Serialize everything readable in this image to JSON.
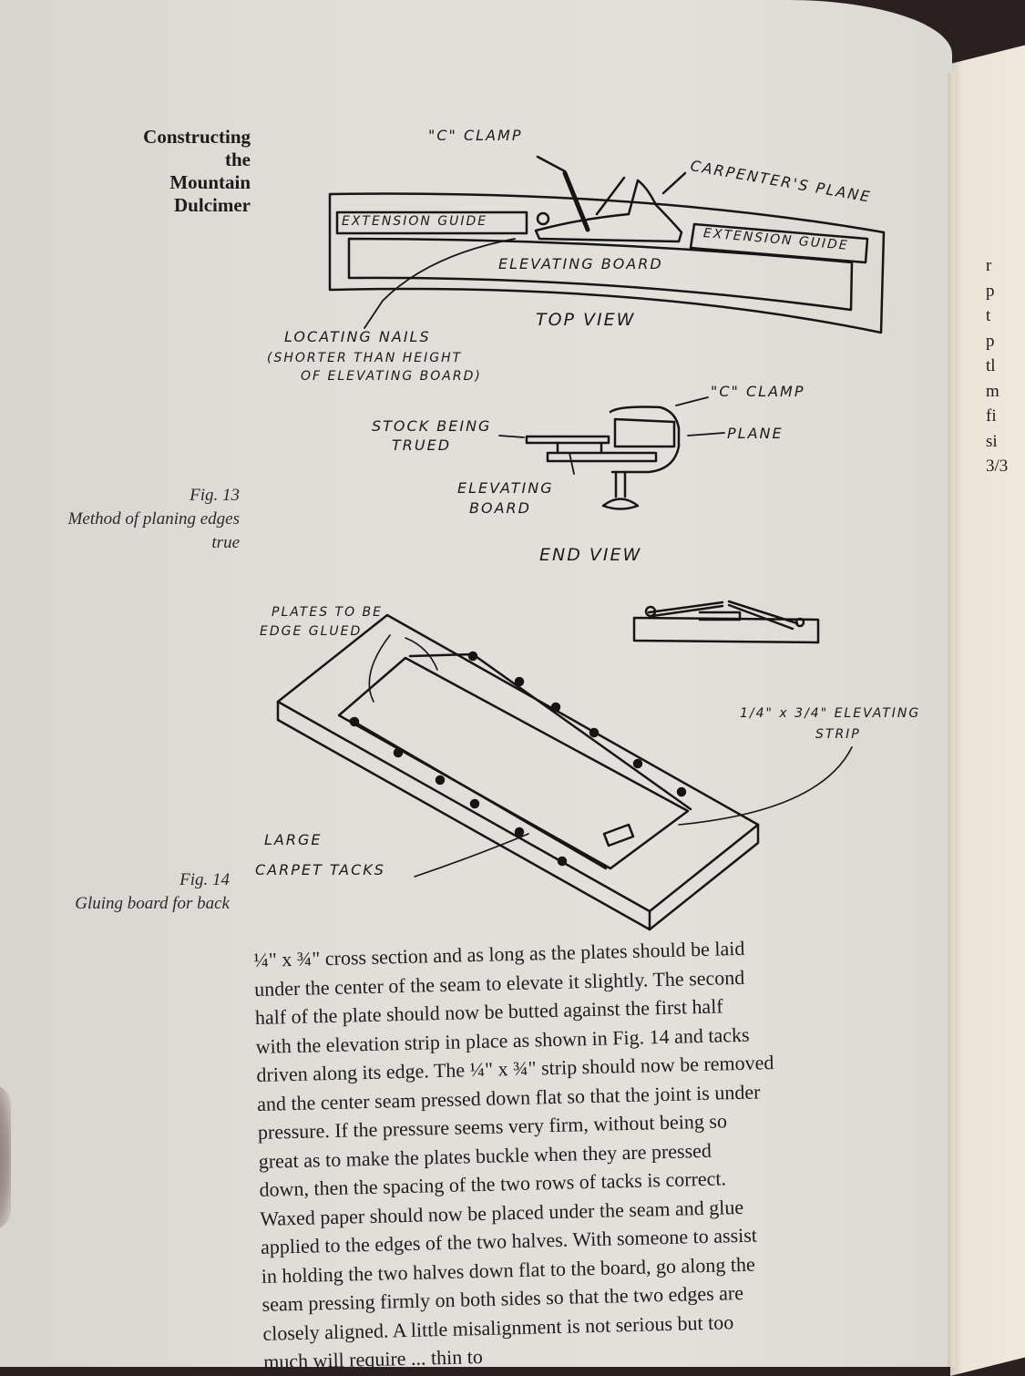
{
  "running_head": [
    "Constructing",
    "the",
    "Mountain",
    "Dulcimer"
  ],
  "figures": {
    "fig13": {
      "number": "Fig. 13",
      "caption_lines": [
        "Method of planing edges",
        "true"
      ],
      "top_view": {
        "title": "TOP VIEW",
        "labels": {
          "c_clamp": "\"C\" CLAMP",
          "carpenters_plane": "CARPENTER'S PLANE",
          "extension_guide_left": "EXTENSION GUIDE",
          "extension_guide_right": "EXTENSION GUIDE",
          "elevating_board": "ELEVATING BOARD",
          "locating_nails": "LOCATING NAILS",
          "locating_nails_note_1": "(SHORTER THAN HEIGHT",
          "locating_nails_note_2": "OF ELEVATING BOARD)"
        }
      },
      "end_view": {
        "title": "END VIEW",
        "labels": {
          "c_clamp": "\"C\" CLAMP",
          "plane": "PLANE",
          "stock_1": "STOCK BEING",
          "stock_2": "TRUED",
          "elevating_1": "ELEVATING",
          "elevating_2": "BOARD"
        }
      }
    },
    "fig14": {
      "number": "Fig. 14",
      "caption_lines": [
        "Gluing board for back"
      ],
      "labels": {
        "plates_1": "PLATES TO BE",
        "plates_2": "EDGE GLUED",
        "strip_dim": "1/4\" x 3/4\" ELEVATING",
        "strip_2": "STRIP",
        "tacks_1": "LARGE",
        "tacks_2": "CARPET TACKS"
      }
    }
  },
  "body_text": [
    "¼\" x ¾\" cross section and as long as the plates should be laid",
    "under the center of the seam to elevate it slightly. The second",
    "half of the plate should now be butted against the first half",
    "with the elevation strip in place as shown in Fig. 14 and tacks",
    "driven along its edge. The ¼\" x ¾\" strip should now be removed",
    "and the center seam pressed down flat so that the joint is under",
    "pressure. If the pressure seems very firm, without being so",
    "great as to make the plates buckle when they are pressed",
    "down, then the spacing of the two rows of tacks is correct.",
    "Waxed paper should now be placed under the seam and glue",
    "applied to the edges of the two halves. With someone to assist",
    "in holding the two halves down flat to the board, go along the",
    "seam pressing firmly on both sides so that the two edges are",
    "closely aligned. A little misalignment is not serious but too",
    "much will require ... thin to"
  ],
  "facing_page_fragments": [
    "r",
    "p",
    "t",
    "p",
    "tl",
    "m",
    "fi",
    "si",
    "3/3"
  ]
}
